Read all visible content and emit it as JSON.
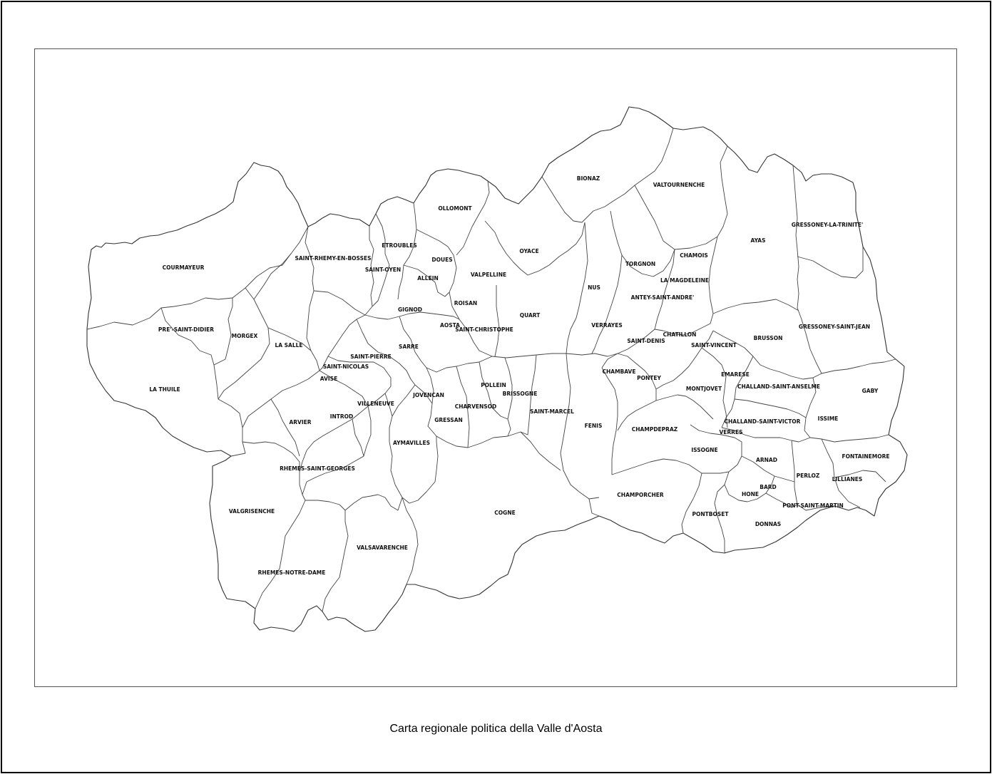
{
  "map": {
    "caption": "Carta regionale politica della Valle d'Aosta",
    "municipalities": [
      "COURMAYEUR",
      "PRE'-SAINT-DIDIER",
      "LA THUILE",
      "MORGEX",
      "LA SALLE",
      "SAINT-RHEMY-EN-BOSSES",
      "SAINT-OYEN",
      "ETROUBLES",
      "OLLOMONT",
      "DOUES",
      "ALLEIN",
      "BIONAZ",
      "VALTOURNENCHE",
      "OYACE",
      "VALPELLINE",
      "GIGNOD",
      "ROISAN",
      "SAINT-CHRISTOPHE",
      "QUART",
      "NUS",
      "TORGNON",
      "CHAMOIS",
      "LA MAGDELEINE",
      "ANTEY-SAINT-ANDRE'",
      "AYAS",
      "GRESSONEY-LA-TRINITE'",
      "GRESSONEY-SAINT-JEAN",
      "BRUSSON",
      "SAINT-VINCENT",
      "CHATILLON",
      "SAINT-DENIS",
      "VERRAYES",
      "CHAMBAVE",
      "PONTEY",
      "MONTJOVET",
      "EMARESE",
      "CHALLAND-SAINT-ANSELME",
      "GABY",
      "ISSIME",
      "CHALLAND-SAINT-VICTOR",
      "VERRES",
      "FONTAINEMORE",
      "LILLIANES",
      "PERLOZ",
      "ARNAD",
      "ISSOGNE",
      "CHAMPDEPRAZ",
      "FENIS",
      "SAINT-MARCEL",
      "BRISSOGNE",
      "POLLEIN",
      "CHARVENSOD",
      "AOSTA",
      "SARRE",
      "SAINT-PIERRE",
      "SAINT-NICOLAS",
      "AVISE",
      "ARVIER",
      "INTROD",
      "VILLENEUVE",
      "JOVENCAN",
      "GRESSAN",
      "AYMAVILLES",
      "RHEMES-SAINT-GEORGES",
      "VALGRISENCHE",
      "RHEMES-NOTRE-DAME",
      "VALSAVARENCHE",
      "COGNE",
      "CHAMPORCHER",
      "PONTBOSET",
      "HONE",
      "BARD",
      "DONNAS",
      "PONT-SAINT-MARTIN"
    ]
  }
}
